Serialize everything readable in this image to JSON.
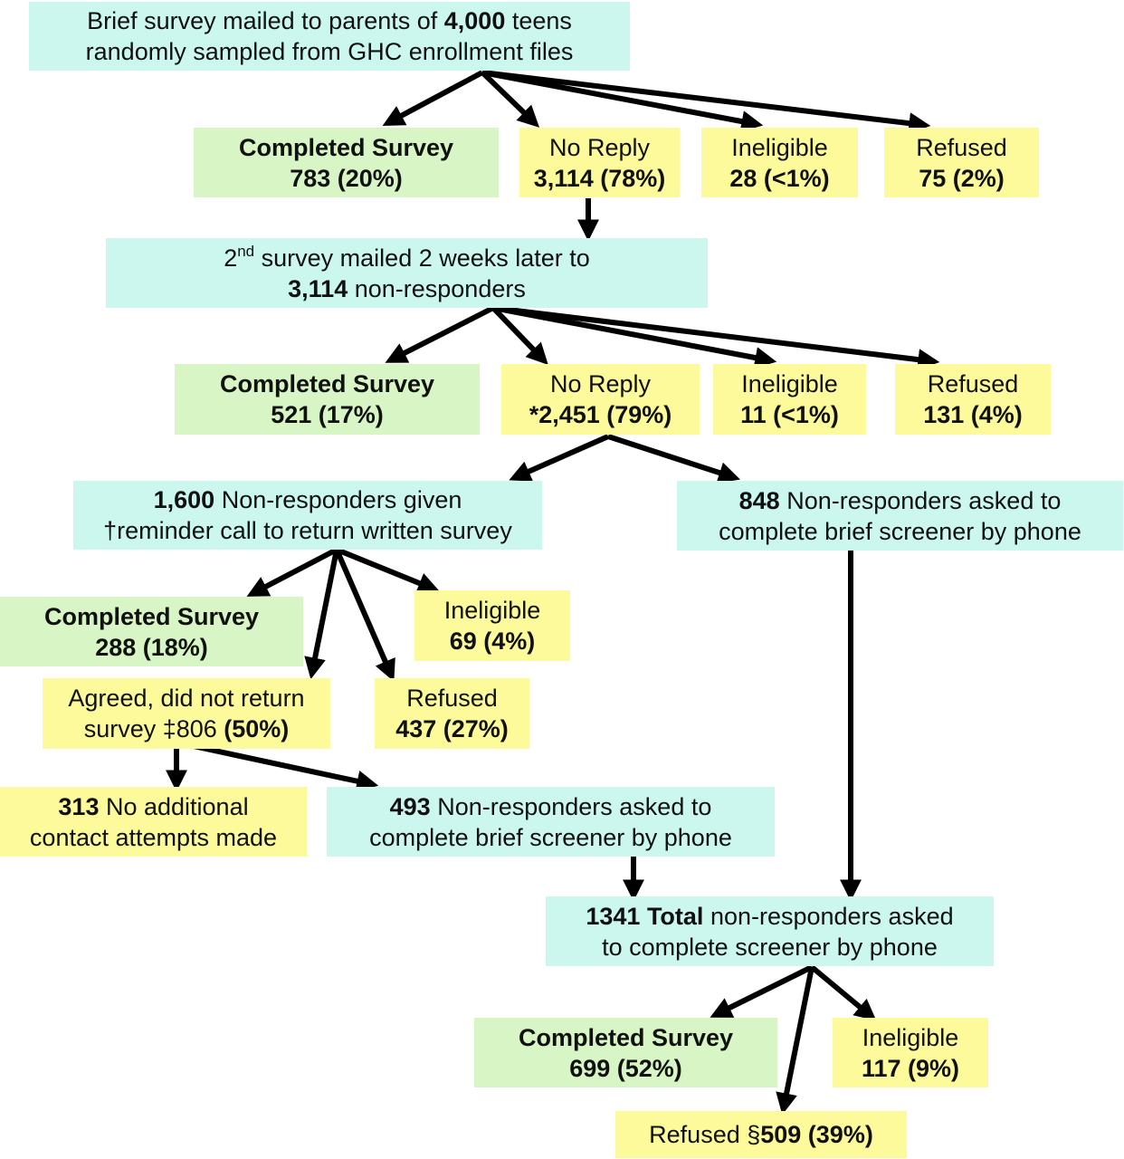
{
  "colors": {
    "cyan": "#ccf7ee",
    "green": "#d8f5c6",
    "yellow": "#fdfa9c",
    "arrow": "#000000"
  },
  "n1": {
    "pre": "Brief survey mailed to parents of ",
    "num": "4,000",
    "post": " teens",
    "line2": "randomly sampled from GHC enrollment files"
  },
  "r1": {
    "completed": {
      "label": "Completed Survey",
      "value": "783 (20%)"
    },
    "noreply": {
      "label": "No Reply",
      "value": "3,114 (78%)"
    },
    "ineligible": {
      "label": "Ineligible",
      "value": "28 (<1%)"
    },
    "refused": {
      "label": "Refused",
      "value": "75 (2%)"
    }
  },
  "n2": {
    "pre": "2",
    "sup": "nd",
    "post": " survey mailed 2 weeks later to",
    "num": "3,114",
    "line2": " non-responders"
  },
  "r2": {
    "completed": {
      "label": "Completed Survey",
      "value": "521 (17%)"
    },
    "noreply": {
      "label": "No Reply",
      "value": "*2,451 (79%)"
    },
    "ineligible": {
      "label": "Ineligible",
      "value": "11 (<1%)"
    },
    "refused": {
      "label": "Refused",
      "value": "131 (4%)"
    }
  },
  "reminder": {
    "num": "1,600",
    "post": " Non-responders given",
    "line2": "†reminder call to return written survey"
  },
  "phone848": {
    "num": "848",
    "post": " Non-responders asked to",
    "line2": "complete brief screener by phone"
  },
  "r3": {
    "completed": {
      "label": "Completed Survey",
      "value": "288 (18%)"
    },
    "ineligible": {
      "label": "Ineligible",
      "value": "69 (4%)"
    },
    "agreed": {
      "line1": "Agreed, did not return",
      "pre": "survey ‡806 ",
      "pct": "(50%)"
    },
    "refused": {
      "label": "Refused",
      "value": "437 (27%)"
    }
  },
  "noadd": {
    "num": "313",
    "post": " No additional",
    "line2": "contact attempts made"
  },
  "phone493": {
    "num": "493",
    "post": " Non-responders asked to",
    "line2": "complete brief screener by phone"
  },
  "total": {
    "num": "1341 Total",
    "post": " non-responders asked",
    "line2": "to complete screener by phone"
  },
  "r4": {
    "completed": {
      "label": "Completed Survey",
      "value": "699 (52%)"
    },
    "ineligible": {
      "label": "Ineligible",
      "value": "117 (9%)"
    },
    "refused": {
      "pre": "Refused §",
      "value": "509 (39%)"
    }
  }
}
